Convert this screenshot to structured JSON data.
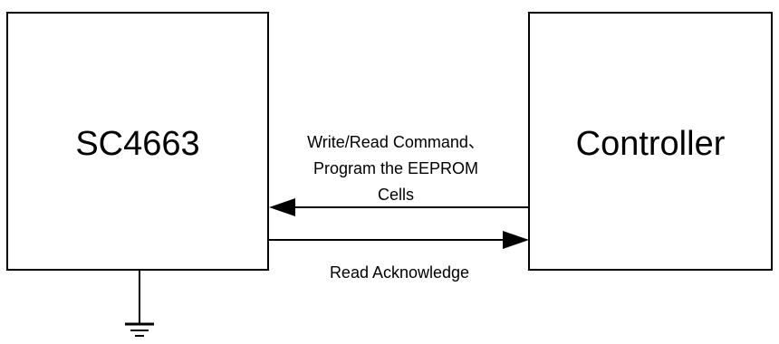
{
  "blocks": {
    "chip": {
      "label": "SC4663"
    },
    "controller": {
      "label": "Controller"
    }
  },
  "signals": {
    "command": {
      "lines": [
        "Write/Read Command、",
        "Program the EEPROM",
        "Cells"
      ],
      "direction": "controller-to-chip"
    },
    "acknowledge": {
      "label": "Read Acknowledge",
      "direction": "chip-to-controller"
    }
  },
  "ground": {
    "icon": "ground-icon"
  },
  "colors": {
    "stroke": "#000000",
    "background": "#ffffff"
  }
}
